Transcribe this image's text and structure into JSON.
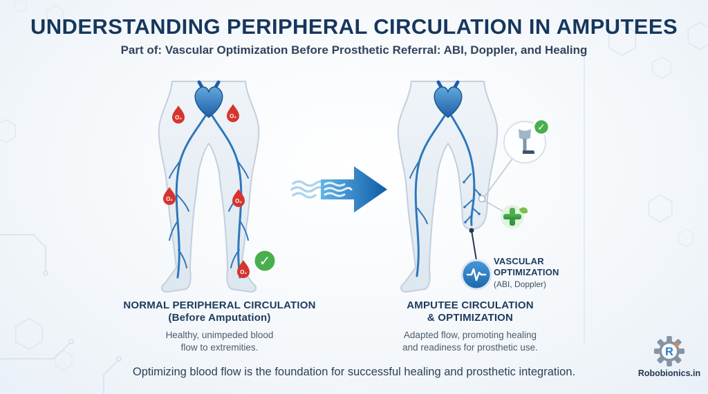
{
  "header": {
    "title": "UNDERSTANDING PERIPHERAL CIRCULATION IN AMPUTEES",
    "subtitle": "Part of: Vascular Optimization Before Prosthetic Referral: ABI, Doppler, and Healing"
  },
  "left_panel": {
    "caption_line1": "NORMAL PERIPHERAL CIRCULATION",
    "caption_line2": "(Before Amputation)",
    "description_line1": "Healthy, unimpeded blood",
    "description_line2": "flow to extremities.",
    "oxygen_label": "O₂"
  },
  "right_panel": {
    "caption_line1": "AMPUTEE CIRCULATION",
    "caption_line2": "& OPTIMIZATION",
    "description_line1": "Adapted flow, promoting healing",
    "description_line2": "and readiness for prosthetic use.",
    "callout": {
      "line1": "VASCULAR",
      "line2": "OPTIMIZATION",
      "line3": "(ABI, Doppler)"
    }
  },
  "footer": {
    "message": "Optimizing blood flow is the foundation for successful healing and prosthetic integration."
  },
  "brand": {
    "name": "Robobionics.in",
    "logo_letter": "R"
  },
  "icons": {
    "check": "✓"
  },
  "colors": {
    "title_navy": "#16375d",
    "vessel_blue": "#2d77bb",
    "arrow_blue": "#0f5ca6",
    "oxygen_red": "#d6342c",
    "check_green": "#49ae4e"
  }
}
